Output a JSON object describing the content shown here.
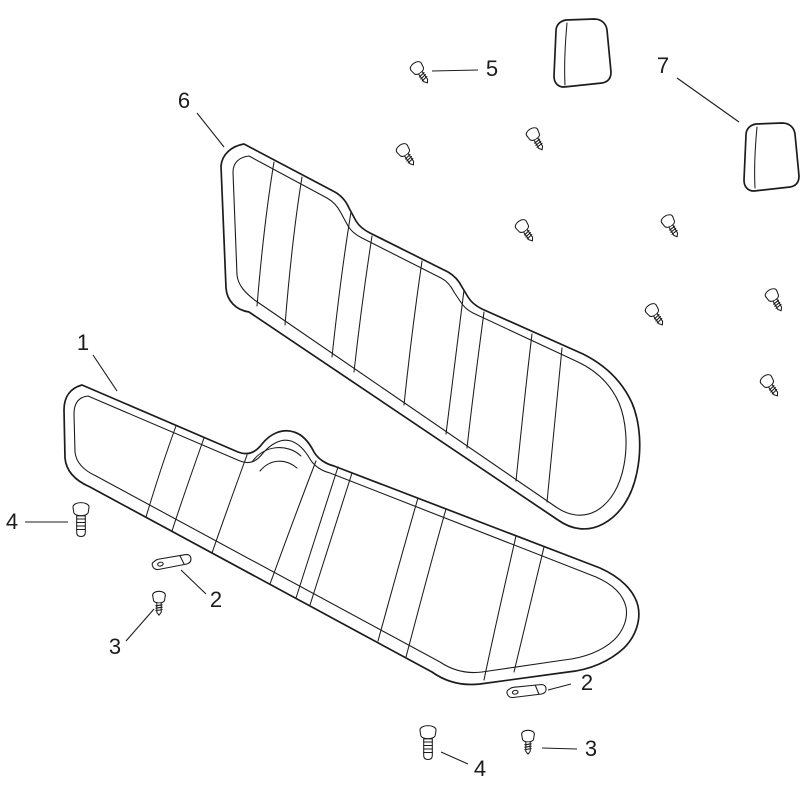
{
  "diagram": {
    "background": "#ffffff",
    "line_color": "#1c1c1c",
    "callouts": {
      "c1": {
        "label": "1"
      },
      "c2a": {
        "label": "2"
      },
      "c2b": {
        "label": "2"
      },
      "c3a": {
        "label": "3"
      },
      "c3b": {
        "label": "3"
      },
      "c4a": {
        "label": "4"
      },
      "c4b": {
        "label": "4"
      },
      "c5": {
        "label": "5"
      },
      "c6": {
        "label": "6"
      },
      "c7": {
        "label": "7"
      }
    },
    "parts": [
      {
        "callout": "1",
        "name": "seat-cushion",
        "count": 1
      },
      {
        "callout": "2",
        "name": "mounting-bracket",
        "count": 2
      },
      {
        "callout": "3",
        "name": "screw",
        "count": 2
      },
      {
        "callout": "4",
        "name": "shoulder-bolt",
        "count": 2
      },
      {
        "callout": "5",
        "name": "screw",
        "count": 1
      },
      {
        "callout": "6",
        "name": "seat-back",
        "count": 1
      },
      {
        "callout": "7",
        "name": "headrest",
        "count": 2
      },
      {
        "callout": "",
        "name": "loose-screw",
        "count": 7
      }
    ]
  }
}
